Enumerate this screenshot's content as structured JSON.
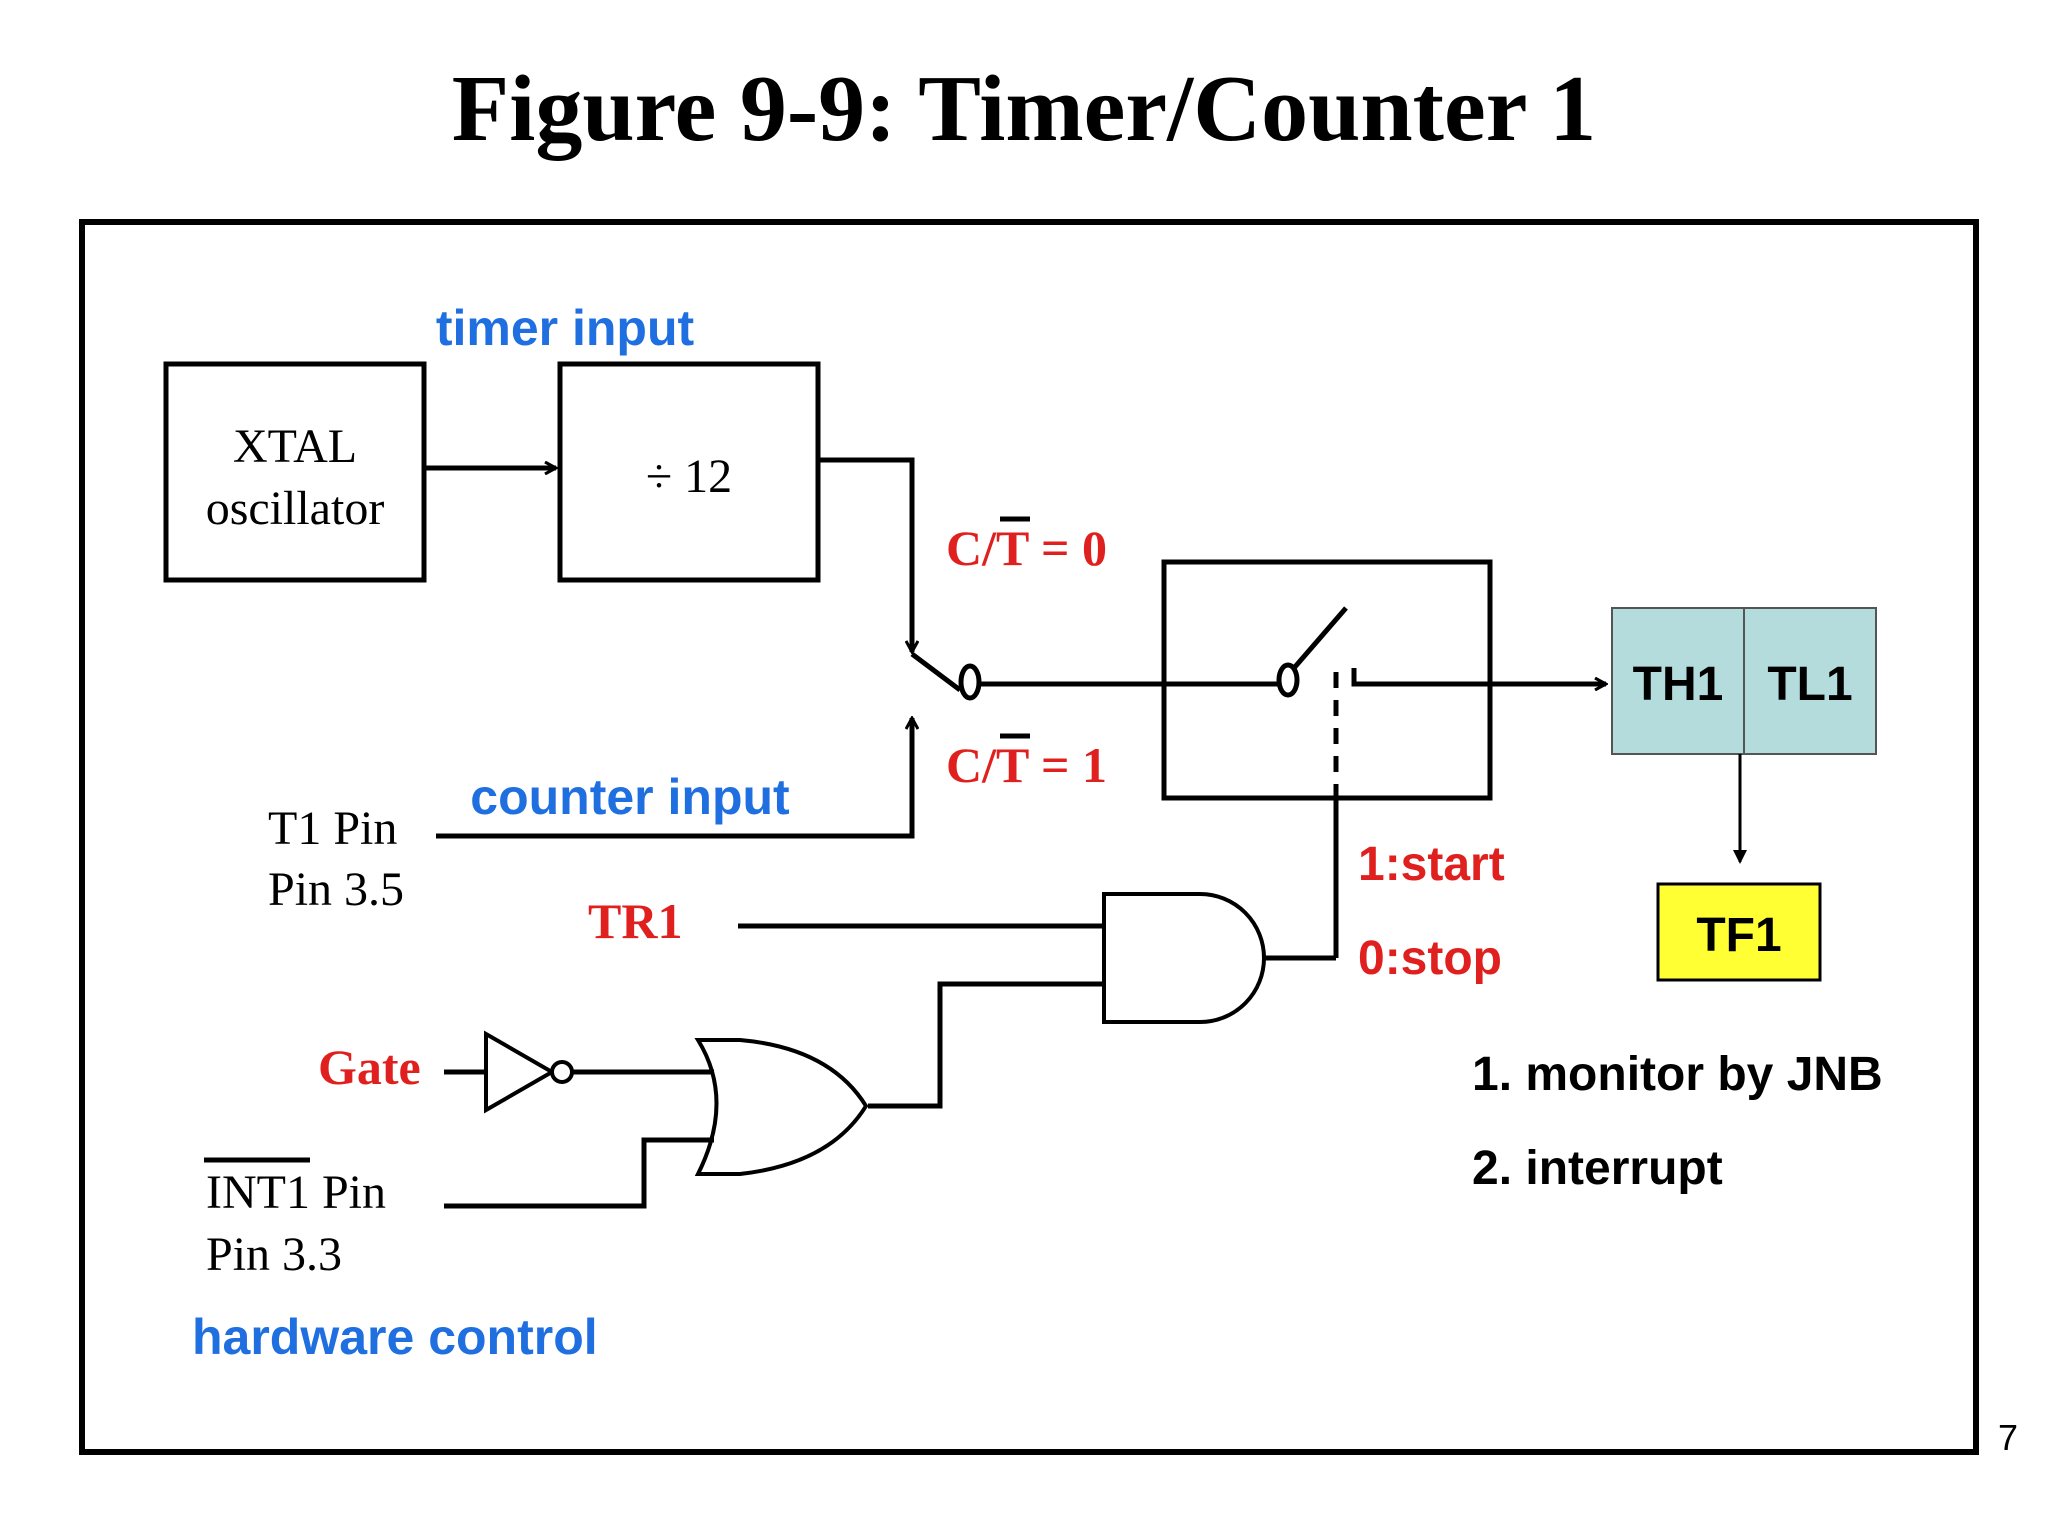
{
  "title": "Figure 9-9: Timer/Counter 1",
  "page_number": "7",
  "blocks": {
    "xtal_line1": "XTAL",
    "xtal_line2": "oscillator",
    "divider": "÷ 12",
    "th1": "TH1",
    "tl1": "TL1",
    "tf1": "TF1"
  },
  "labels": {
    "timer_input": "timer input",
    "counter_input": "counter input",
    "hardware_control": "hardware control",
    "t1_pin_line1": "T1 Pin",
    "t1_pin_line2": "Pin 3.5",
    "int1_pin_name": "INT1",
    "int1_pin_suffix": " Pin",
    "int1_pin_line2": "Pin 3.3",
    "ct_prefix": "C/",
    "ct_bar_letter": "T",
    "ct_eq0": " = 0",
    "ct_eq1": " = 1",
    "tr1": "TR1",
    "gate": "Gate",
    "start": "1:start",
    "stop": "0:stop"
  },
  "notes": {
    "item1": "1. monitor by JNB",
    "item2": "2. interrupt"
  },
  "colors": {
    "blue": "#1f6fe0",
    "red": "#e0201e",
    "register_fill": "#b4dcdc",
    "flag_fill": "#ffff33"
  }
}
